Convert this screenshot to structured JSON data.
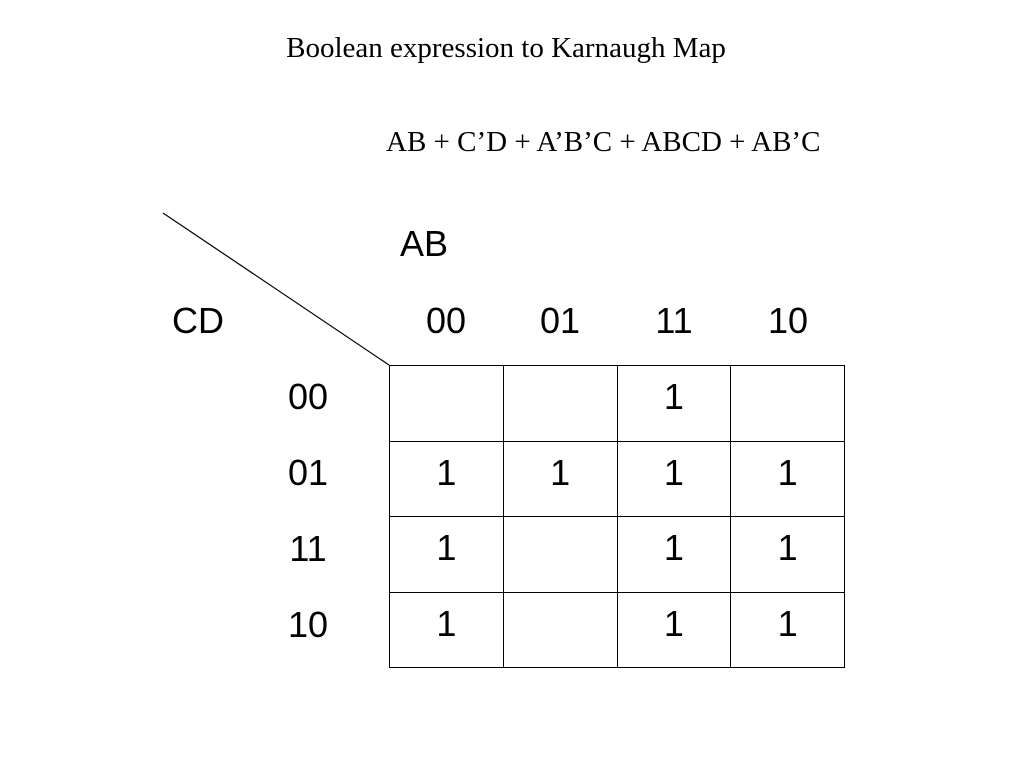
{
  "title": "Boolean expression to Karnaugh Map",
  "expression": "AB + C’D + A’B’C + ABCD + AB’C",
  "kmap": {
    "col_variable": "AB",
    "row_variable": "CD",
    "col_headers": [
      "00",
      "01",
      "11",
      "10"
    ],
    "row_headers": [
      "00",
      "01",
      "11",
      "10"
    ],
    "cells": [
      [
        "",
        "",
        "1",
        ""
      ],
      [
        "1",
        "1",
        "1",
        "1"
      ],
      [
        "1",
        "",
        "1",
        "1"
      ],
      [
        "1",
        "",
        "1",
        "1"
      ]
    ]
  }
}
